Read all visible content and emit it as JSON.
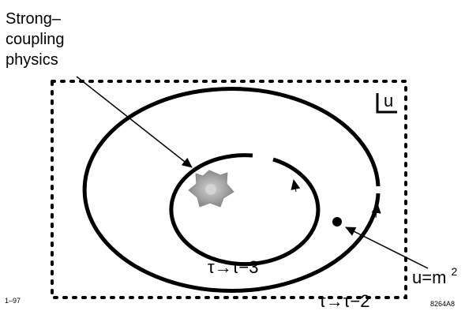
{
  "annotation": {
    "line1": "Strong–",
    "line2": "coupling",
    "line3": "physics"
  },
  "plane_label": "u",
  "point_label": {
    "base": "u=m",
    "exponent": "2"
  },
  "inner_ring_label": "τ→τ−3",
  "outer_ring_label": "τ→τ−2",
  "corner_left": "1–97",
  "corner_right": "8264A8",
  "colors": {
    "ink": "#000000",
    "blob": "#9a9a9a",
    "blob_core": "#c8c8c8"
  }
}
